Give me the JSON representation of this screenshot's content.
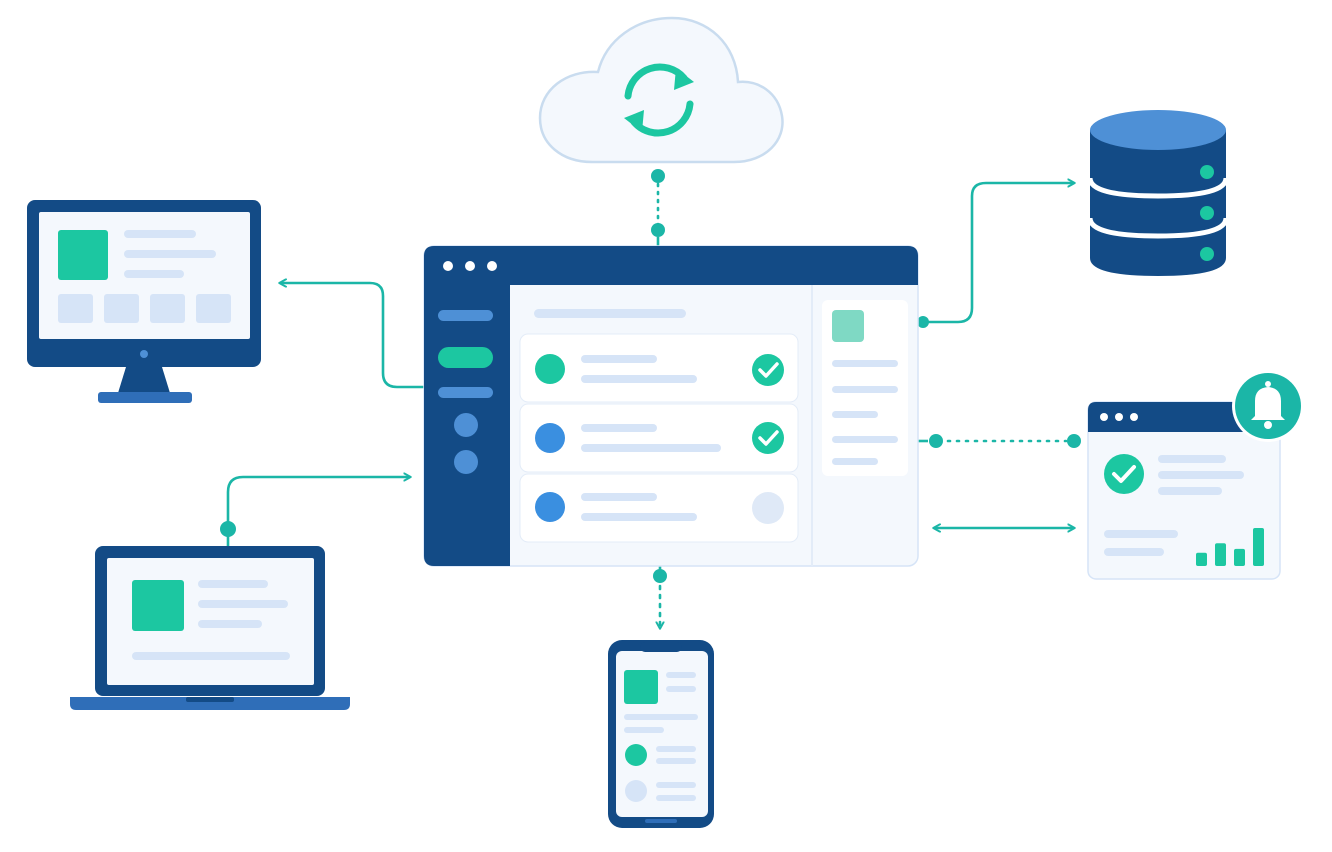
{
  "diagram": {
    "colors": {
      "navy": "#134B86",
      "navy_dark": "#0E3E73",
      "blue": "#2F6EB8",
      "blue_light": "#4E90D6",
      "teal": "#1CC7A1",
      "teal_line": "#1BB6A7",
      "pale_blue": "#D6E4F7",
      "panel_bg": "#F4F8FD",
      "cloud_fill": "#F4F8FD",
      "cloud_stroke": "#C9DCEF"
    },
    "nodes": [
      {
        "id": "cloud",
        "icon": "cloud-sync-icon"
      },
      {
        "id": "app",
        "icon": "app-window"
      },
      {
        "id": "desktop",
        "icon": "desktop-monitor-icon"
      },
      {
        "id": "laptop",
        "icon": "laptop-icon"
      },
      {
        "id": "phone",
        "icon": "smartphone-icon"
      },
      {
        "id": "database",
        "icon": "database-icon"
      },
      {
        "id": "notification_dashboard",
        "icon": "notification-window-icon"
      }
    ],
    "edges": [
      {
        "from": "app",
        "to": "cloud",
        "style": "dotted"
      },
      {
        "from": "app",
        "to": "desktop",
        "style": "solid",
        "arrow": "end"
      },
      {
        "from": "laptop",
        "to": "app",
        "style": "solid",
        "arrow": "end"
      },
      {
        "from": "app",
        "to": "phone",
        "style": "dotted",
        "arrow": "end"
      },
      {
        "from": "app",
        "to": "database",
        "style": "solid",
        "arrow": "end"
      },
      {
        "from": "app",
        "to": "notification_dashboard",
        "style": "dotted"
      },
      {
        "from": "app",
        "to": "notification_dashboard",
        "style": "solid",
        "arrow": "both"
      }
    ],
    "app_list": [
      {
        "status": "checked",
        "dot": "teal"
      },
      {
        "status": "checked",
        "dot": "blue"
      },
      {
        "status": "pending",
        "dot": "blue"
      }
    ],
    "notification_chart": [
      0.35,
      0.6,
      0.45,
      1.0
    ]
  }
}
